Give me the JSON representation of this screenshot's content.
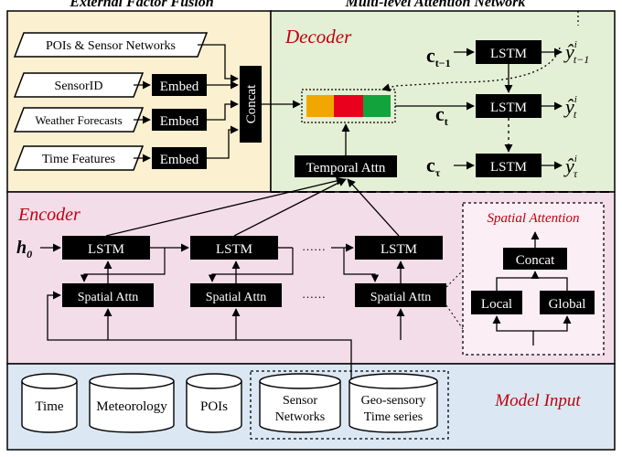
{
  "top_titles": {
    "left": "External Factor Fusion",
    "right": "Multi-level Attention Network"
  },
  "external_fusion": {
    "inputs": [
      "POIs & Sensor Networks",
      "SensorID",
      "Weather Forecasts",
      "Time Features"
    ],
    "embed_label": "Embed",
    "concat_label": "Concat"
  },
  "decoder": {
    "title": "Decoder",
    "lstm_label": "LSTM",
    "temporal_attn_label": "Temporal Attn",
    "contexts": {
      "c1": "c",
      "c1_sub": "t−1",
      "c2": "c",
      "c2_sub": "t",
      "c3": "c",
      "c3_sub": "τ"
    },
    "outputs": {
      "y1": "ŷ",
      "y1_sup": "i",
      "y1_sub": "t−1",
      "y2": "ŷ",
      "y2_sup": "i",
      "y2_sub": "t",
      "y3": "ŷ",
      "y3_sup": "i",
      "y3_sub": "τ"
    },
    "attention_colors": [
      "#f0a800",
      "#e8001c",
      "#12a33c"
    ]
  },
  "encoder": {
    "title": "Encoder",
    "h0": "h",
    "h0_sub": "0",
    "lstm_label": "LSTM",
    "spatial_attn_label": "Spatial Attn",
    "ellipsis": "……"
  },
  "spatial_attention": {
    "title": "Spatial Attention",
    "concat_label": "Concat",
    "local_label": "Local",
    "global_label": "Global"
  },
  "model_input": {
    "title": "Model Input",
    "cylinders": [
      "Time",
      "Meteorology",
      "POIs"
    ],
    "sensor_networks": "Sensor Networks",
    "sensor_line1": "Sensor",
    "sensor_line2": "Networks",
    "geo_line1": "Geo-sensory",
    "geo_line2": "Time series"
  }
}
